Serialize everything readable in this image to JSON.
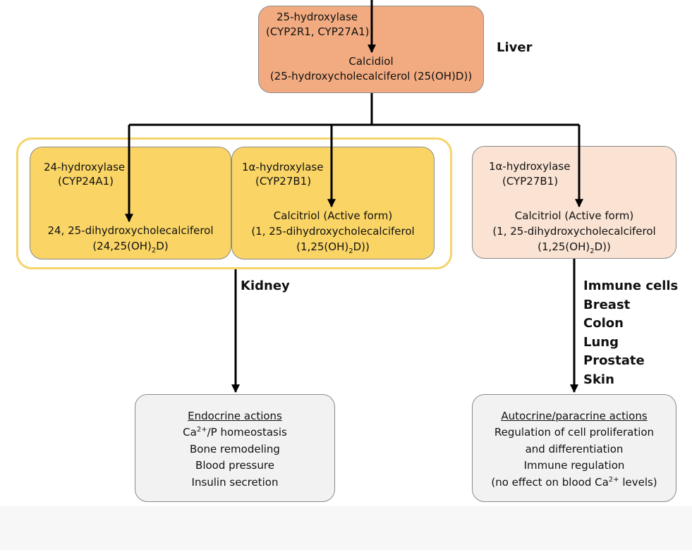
{
  "liver": {
    "enzyme": "25-hydroxylase",
    "enzyme_genes": "(CYP2R1, CYP27A1)",
    "product": "Calcidiol",
    "product_full": "(25-hydroxycholecalciferol (25(OH)D))",
    "organ_label": "Liver"
  },
  "kidney": {
    "left": {
      "enzyme": "24-hydroxylase",
      "genes": "(CYP24A1)",
      "product": "24, 25-dihydroxycholecalciferol",
      "formula_pre": "(24,25(OH)",
      "formula_sub": "2",
      "formula_post": "D)"
    },
    "right": {
      "enzyme": "1α-hydroxylase",
      "genes": "(CYP27B1)",
      "product": "Calcitriol (Active form)",
      "product_full": "(1, 25-dihydroxycholecalciferol",
      "formula_pre": "(1,25(OH)",
      "formula_sub": "2",
      "formula_post": "D))"
    },
    "organ_label": "Kidney"
  },
  "extrarenal": {
    "enzyme": "1α-hydroxylase",
    "genes": "(CYP27B1)",
    "product": "Calcitriol (Active form)",
    "product_full": "(1, 25-dihydroxycholecalciferol",
    "formula_pre": "(1,25(OH)",
    "formula_sub": "2",
    "formula_post": "D))",
    "tissues": [
      "Immune cells",
      "Breast",
      "Colon",
      "Lung",
      "Prostate",
      "Skin"
    ]
  },
  "endocrine": {
    "title": "Endocrine actions",
    "ca_pre": "Ca",
    "ca_sup": "2+",
    "ca_post": "/P homeostasis",
    "items": [
      "Bone remodeling",
      "Blood pressure",
      "Insulin secretion"
    ]
  },
  "autocrine": {
    "title": "Autocrine/paracrine actions",
    "line1": "Regulation of cell proliferation",
    "line2": "and differentiation",
    "line3": "Immune regulation",
    "line4_pre": "(no effect on blood Ca",
    "line4_sup": "2+",
    "line4_post": " levels)"
  },
  "colors": {
    "liver": "#f2ab80",
    "kidney": "#fad565",
    "kidney_frame": "#f6d46a",
    "extrarenal": "#fae3d3",
    "actions": "#f2f2f2"
  }
}
